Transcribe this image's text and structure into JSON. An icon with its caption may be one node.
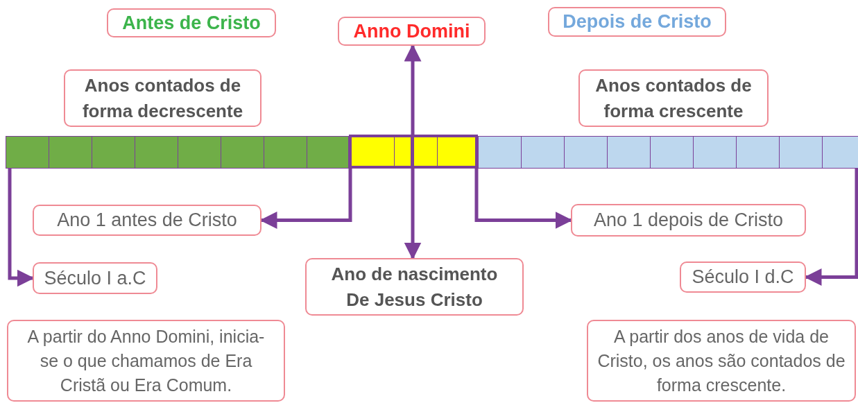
{
  "diagram": {
    "nodes": [
      {
        "text": [
          "Antes de Cristo"
        ]
      },
      {
        "text": [
          "Anno Domini"
        ]
      },
      {
        "text": [
          "Depois de Cristo"
        ]
      },
      {
        "text": [
          "Anos contados de forma decrescente"
        ]
      },
      {
        "text": [
          "Anos contados de forma crescente"
        ]
      },
      {
        "text": [],
        "shape": "bar"
      },
      {
        "text": [],
        "shape": "bar"
      },
      {
        "text": [],
        "shape": "bar"
      },
      {
        "text": [
          "Ano 1 antes de Cristo"
        ]
      },
      {
        "text": [
          "Ano 1 depois  de Cristo"
        ]
      },
      {
        "text": [
          "Século I a.C"
        ]
      },
      {
        "text": [
          "Ano de nascimento De Jesus Cristo"
        ]
      },
      {
        "text": [
          "Século I d.C"
        ]
      },
      {
        "text": [
          "A partir do Anno Domini, inicia-se o que chamamos de Era Cristã ou Era Comum."
        ]
      },
      {
        "text": [
          "A partir dos anos de vida de Cristo, os anos são contados de forma crescente."
        ]
      }
    ],
    "edges": [
      {
        "from": 5,
        "to": 10,
        "arrow": "to"
      },
      {
        "from": 6,
        "to": 8,
        "arrow": "to"
      },
      {
        "from": 6,
        "to": 9,
        "arrow": "to"
      },
      {
        "from": 6,
        "to": 1,
        "arrow": "to"
      },
      {
        "from": 6,
        "to": 11,
        "arrow": "to"
      },
      {
        "from": 7,
        "to": 12,
        "arrow": "to"
      }
    ]
  }
}
